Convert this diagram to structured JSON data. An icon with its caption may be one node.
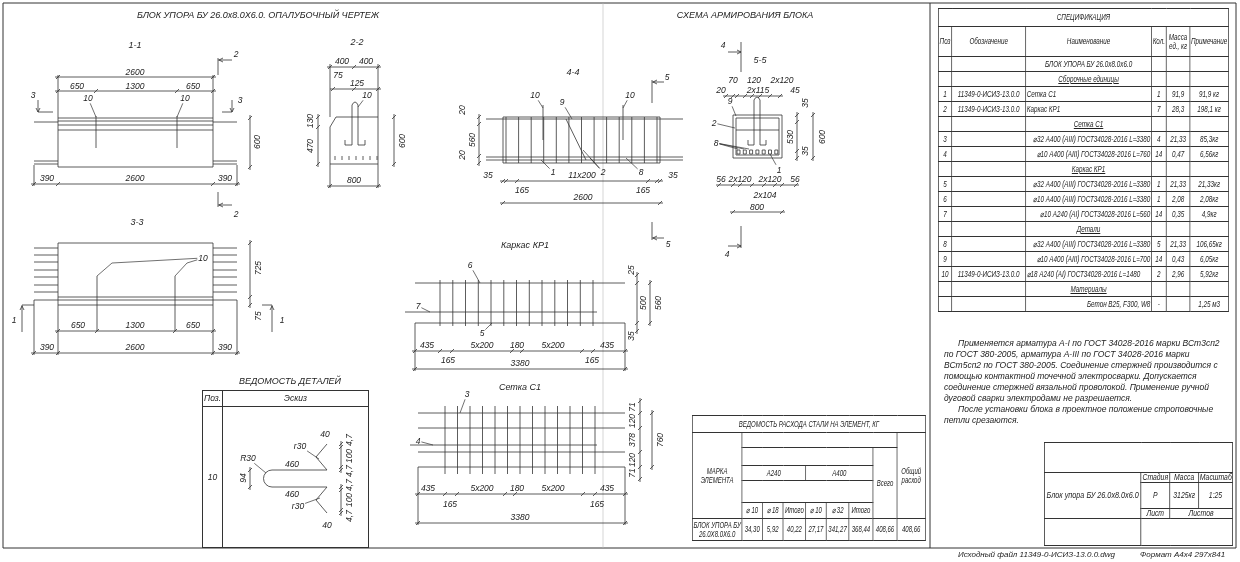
{
  "diagram": {
    "nodes": [
      {
        "text": [
          "10"
        ]
      },
      {
        "text": [
          "10"
        ]
      },
      {
        "text": [
          "10"
        ]
      },
      {
        "text": [
          "10"
        ]
      },
      {
        "text": [
          "10"
        ]
      },
      {
        "text": [
          "9"
        ]
      },
      {
        "text": [
          "10"
        ]
      },
      {
        "text": [
          "1"
        ]
      },
      {
        "text": [
          "2"
        ]
      },
      {
        "text": [
          "8"
        ]
      },
      {
        "text": [
          "9"
        ]
      },
      {
        "text": [
          "2"
        ]
      },
      {
        "text": [
          "8"
        ]
      },
      {
        "text": [
          "1"
        ]
      },
      {
        "text": [
          "6"
        ]
      },
      {
        "text": [
          "7"
        ]
      },
      {
        "text": [
          "5"
        ]
      },
      {
        "text": [
          "3"
        ]
      },
      {
        "text": [
          "4"
        ]
      },
      {
        "text": [
          "R30"
        ]
      },
      {
        "text": [
          "r30"
        ]
      },
      {
        "text": [
          "r30"
        ]
      }
    ],
    "edges": [
      {
        "from": 0,
        "to": null,
        "arrow": "none"
      },
      {
        "from": 1,
        "to": null,
        "arrow": "none"
      },
      {
        "from": 2,
        "to": null,
        "arrow": "none"
      },
      {
        "from": 3,
        "to": null,
        "arrow": "none"
      },
      {
        "from": 3,
        "to": null,
        "arrow": "none"
      },
      {
        "from": 4,
        "to": null,
        "arrow": "none"
      },
      {
        "from": 5,
        "to": null,
        "arrow": "none"
      },
      {
        "from": 6,
        "to": null,
        "arrow": "none"
      },
      {
        "from": 7,
        "to": null,
        "arrow": "none"
      },
      {
        "from": 8,
        "to": null,
        "arrow": "none"
      },
      {
        "from": 8,
        "to": null,
        "arrow": "none"
      },
      {
        "from": 9,
        "to": null,
        "arrow": "none"
      },
      {
        "from": 10,
        "to": null,
        "arrow": "none"
      },
      {
        "from": 11,
        "to": null,
        "arrow": "none"
      },
      {
        "from": 12,
        "to": null,
        "arrow": "none"
      },
      {
        "from": 12,
        "to": null,
        "arrow": "none"
      },
      {
        "from": 12,
        "to": null,
        "arrow": "none"
      },
      {
        "from": 13,
        "to": null,
        "arrow": "none"
      },
      {
        "from": 14,
        "to": null,
        "arrow": "none"
      },
      {
        "from": 15,
        "to": null,
        "arrow": "none"
      },
      {
        "from": 16,
        "to": null,
        "arrow": "none"
      },
      {
        "from": 17,
        "to": null,
        "arrow": "none"
      },
      {
        "from": 18,
        "to": null,
        "arrow": "none"
      },
      {
        "from": 19,
        "to": null,
        "arrow": "none"
      },
      {
        "from": 20,
        "to": null,
        "arrow": "none"
      },
      {
        "from": 21,
        "to": null,
        "arrow": "none"
      }
    ],
    "labels": [
      "БЛОК УПОРА БУ 26.0x8.0X6.0. ОПАЛУБОЧНЫЙ ЧЕРТЕЖ",
      "1-1",
      "2600",
      "650",
      "1300",
      "650",
      "600",
      "390",
      "2600",
      "390",
      "2",
      "3",
      "3",
      "2",
      "2-2",
      "400",
      "400",
      "75",
      "125",
      "130",
      "470",
      "600",
      "800",
      "3-3",
      "725",
      "75",
      "650",
      "1300",
      "650",
      "390",
      "2600",
      "390",
      "1",
      "1",
      "СХЕМА АРМИРОВАНИЯ БЛОКА",
      "4-4",
      "20",
      "560",
      "20",
      "35",
      "11x200",
      "35",
      "165",
      "165",
      "2600",
      "5",
      "5",
      "4",
      "5-5",
      "70",
      "120",
      "2x120",
      "20",
      "2x115",
      "45",
      "35",
      "530",
      "35",
      "600",
      "56",
      "2x120",
      "2x120",
      "56",
      "2x104",
      "800",
      "4",
      "Каркас КР1",
      "25",
      "500",
      "560",
      "35",
      "435",
      "5x200",
      "180",
      "5x200",
      "435",
      "165",
      "3380",
      "165",
      "Сетка С1",
      "71",
      "120",
      "378",
      "760",
      "120",
      "71",
      "435",
      "5x200",
      "180",
      "5x200",
      "435",
      "165",
      "165",
      "3380",
      "ВЕДОМОСТЬ ДЕТАЛЕЙ",
      "Поз.",
      "Эскиз",
      "10",
      "40",
      "4,7",
      "100",
      "4,7",
      "460",
      "94",
      "460",
      "4,7",
      "100",
      "4,7",
      "40",
      "ВЕДОМОСТЬ РАСХОДА СТАЛИ НА ЭЛЕМЕНТ, КГ",
      "МАРКА ЭЛЕМЕНТА",
      "А240",
      "А400",
      "Всего",
      "Общий расход",
      "⌀ 10",
      "⌀ 18",
      "Итого",
      "⌀ 10",
      "⌀ 32",
      "Итого",
      "БЛОК УПОРА БУ 26.0X8.0X6.0",
      "34,30",
      "5,92",
      "40,22",
      "27,17",
      "341,27",
      "368,44",
      "408,66",
      "408,66",
      "СПЕЦИФИКАЦИЯ",
      "Поз",
      "Обозначение",
      "Наименование",
      "Кол.",
      "Масса ед., кг",
      "Примечание",
      "БЛОК УПОРА БУ 26.0x8.0x6.0",
      "Сборочные единицы",
      "1",
      "11349-0-ИСИЗ-13.0.0",
      "Сетка С1",
      "1",
      "91,9",
      "91,9 кг",
      "2",
      "11349-0-ИСИЗ-13.0.0",
      "Каркас КР1",
      "7",
      "28,3",
      "198,1 кг",
      "Сетка С1",
      "3",
      "⌀32 А400 (АIII) ГОСТ34028-2016 L=3380",
      "4",
      "21,33",
      "85,3кг",
      "4",
      "⌀10 А400 (АIII) ГОСТ34028-2016 L=760",
      "14",
      "0,47",
      "6,56кг",
      "Каркас КР1",
      "5",
      "⌀32 А400 (АIII) ГОСТ34028-2016 L=3380",
      "1",
      "21,33",
      "21,33кг",
      "6",
      "⌀10 А400 (АIII) ГОСТ34028-2016 L=3380",
      "1",
      "2,08",
      "2,08кг",
      "7",
      "⌀10 А240 (АI) ГОСТ34028-2016 L=560",
      "14",
      "0,35",
      "4,9кг",
      "Детали",
      "8",
      "⌀32 А400 (АIII) ГОСТ34028-2016 L=3380",
      "5",
      "21,33",
      "106,65кг",
      "9",
      "⌀10 А400 (АIII) ГОСТ34028-2016 L=700",
      "14",
      "0,43",
      "6,05кг",
      "10",
      "11349-0-ИСИЗ-13.0.0",
      "⌀18 А240 (АI) ГОСТ34028-2016 L=1480",
      "2",
      "2,96",
      "5,92кг",
      "Материалы",
      "Бетон В25, F300, W8",
      "-",
      "1,25 м3",
      "Применяется арматура А-I по ГОСТ 34028-2016 марки ВСт3сп2 по ГОСТ 380-2005, арматура А-III по ГОСТ 34028-2016 марки ВСт5сп2 по ГОСТ 380-2005. Соединение стержней производится с помощью контактной точечной электросварки. Допускается соединение стержней вязальной проволокой. Применение ручной дуговой сварки электродами не разрешается.",
      "После установки блока в проектное положение строповочные петли срезаются.",
      "Блок упора БУ 26.0x8.0x6.0",
      "Стадия",
      "Масса",
      "Масштаб",
      "Р",
      "3125кг",
      "1:25",
      "Лист",
      "Листов",
      "Исходный файл 11349-0-ИСИЗ-13.0.0.dwg",
      "Формат А4х4 297х841"
    ]
  }
}
